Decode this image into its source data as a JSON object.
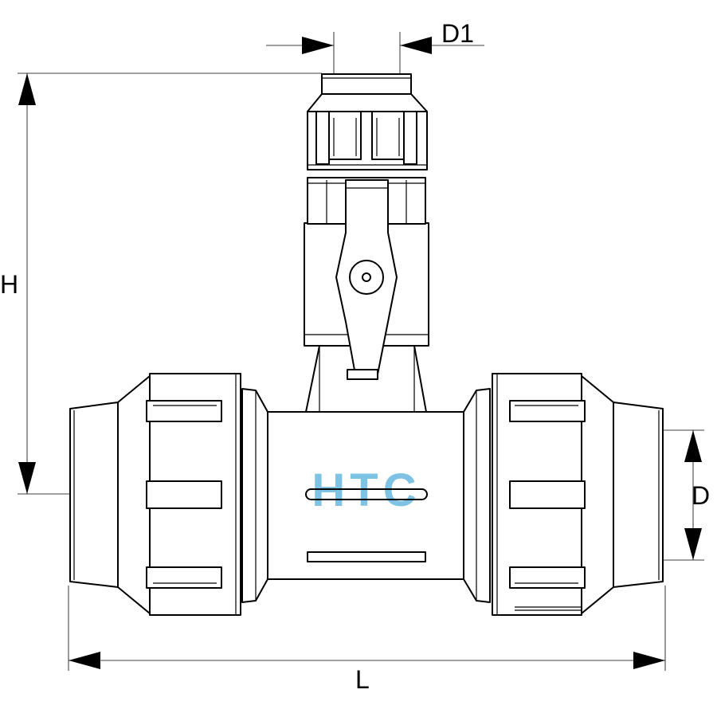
{
  "dimensions": {
    "d1_label": "D1",
    "h_label": "H",
    "d_label": "D",
    "l_label": "L"
  },
  "logo": {
    "text": "HTC",
    "color": "#7ec3e3",
    "rule_color": "#b4b4b4"
  },
  "colors": {
    "line": "#000000",
    "fill": "#ffffff"
  }
}
